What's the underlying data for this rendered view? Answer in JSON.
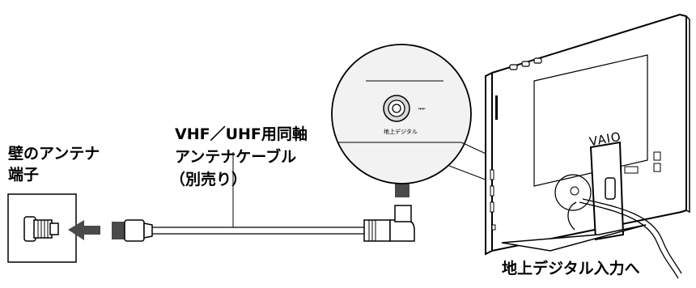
{
  "labels": {
    "wall_terminal_line1": "壁のアンテナ",
    "wall_terminal_line2": "端子",
    "cable_line1": "VHF／UHF用同軸",
    "cable_line2": "アンテナケーブル",
    "cable_line3": "（別売り）",
    "terrestrial_input": "地上デジタル入力へ",
    "zoom_port_label": "地上デジタル",
    "zoom_port_symbol": "ᅲ",
    "brand_logo": "VAIO"
  },
  "colors": {
    "line": "#000000",
    "arrow": "#4a4a4a",
    "zoom_fill": "#f2f2f2",
    "port_fill": "#d8d8d8",
    "monitor_fill": "#ffffff"
  }
}
